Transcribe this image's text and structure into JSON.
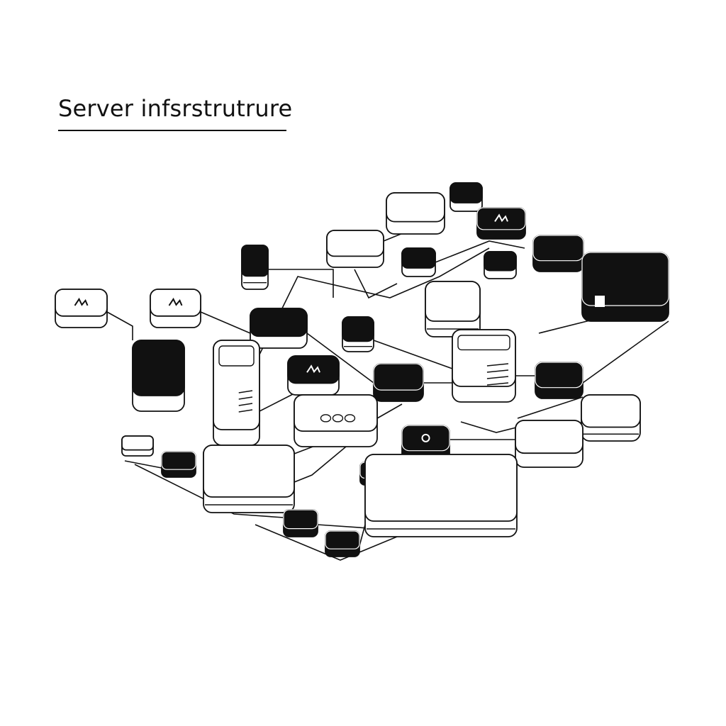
{
  "title": "Server infsrstrutrure",
  "colors": {
    "ink": "#111111",
    "paper": "#ffffff"
  },
  "nodes": [
    {
      "kind": "server-module",
      "fill": "dark-top"
    },
    {
      "kind": "server-module",
      "fill": "white"
    },
    {
      "kind": "server-module",
      "fill": "dark",
      "icon": "glyph-icon"
    },
    {
      "kind": "server-module",
      "fill": "white"
    },
    {
      "kind": "server-module",
      "fill": "dark-top"
    },
    {
      "kind": "server-module",
      "fill": "dark-top"
    },
    {
      "kind": "server-module",
      "fill": "dark"
    },
    {
      "kind": "large-server",
      "fill": "dark"
    },
    {
      "kind": "storage-stack",
      "fill": "dark-top"
    },
    {
      "kind": "server-module",
      "fill": "white",
      "icon": "glyph-icon"
    },
    {
      "kind": "server-module",
      "fill": "white",
      "icon": "glyph-icon"
    },
    {
      "kind": "storage-stack",
      "fill": "white"
    },
    {
      "kind": "server-module",
      "fill": "dark-top"
    },
    {
      "kind": "storage-stack",
      "fill": "dark-top"
    },
    {
      "kind": "rack-server",
      "fill": "dark-top"
    },
    {
      "kind": "tower-server",
      "fill": "white"
    },
    {
      "kind": "server-module",
      "fill": "dark-top",
      "icon": "glyph-icon"
    },
    {
      "kind": "server-module",
      "fill": "dark"
    },
    {
      "kind": "tower-server",
      "fill": "white"
    },
    {
      "kind": "server-module",
      "fill": "dark"
    },
    {
      "kind": "storage-stack",
      "fill": "white"
    },
    {
      "kind": "switch",
      "fill": "white"
    },
    {
      "kind": "server-module",
      "fill": "dark",
      "icon": "circle-icon"
    },
    {
      "kind": "server-module",
      "fill": "white"
    },
    {
      "kind": "server-module",
      "fill": "white"
    },
    {
      "kind": "server-module",
      "fill": "dark"
    },
    {
      "kind": "storage-stack",
      "fill": "white"
    },
    {
      "kind": "server-module",
      "fill": "dark",
      "icon": "square-icon"
    },
    {
      "kind": "storage-slab",
      "fill": "white"
    },
    {
      "kind": "server-module",
      "fill": "dark"
    },
    {
      "kind": "server-module",
      "fill": "dark"
    }
  ]
}
